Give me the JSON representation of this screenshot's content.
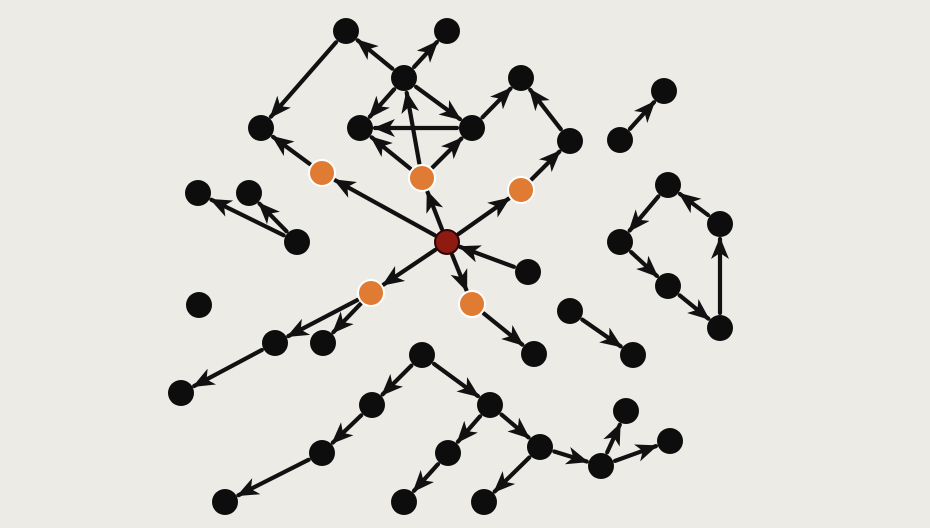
{
  "diagram": {
    "colors": {
      "background": "#ecebe6",
      "edge": "#111111",
      "node_default": "#0d0d0d",
      "node_highlight": "#e07b33",
      "node_source": "#8e1a12"
    },
    "nodes": [
      {
        "id": "a1",
        "kind": "default"
      },
      {
        "id": "a2",
        "kind": "default"
      },
      {
        "id": "a3",
        "kind": "default"
      },
      {
        "id": "a4",
        "kind": "default"
      },
      {
        "id": "a5",
        "kind": "default"
      },
      {
        "id": "a6",
        "kind": "default"
      },
      {
        "id": "a7",
        "kind": "default"
      },
      {
        "id": "a8",
        "kind": "default"
      },
      {
        "id": "p1",
        "kind": "default"
      },
      {
        "id": "p2",
        "kind": "default"
      },
      {
        "id": "l1",
        "kind": "default"
      },
      {
        "id": "l2",
        "kind": "default"
      },
      {
        "id": "l3",
        "kind": "default"
      },
      {
        "id": "s1",
        "kind": "default"
      },
      {
        "id": "c",
        "kind": "source"
      },
      {
        "id": "o1",
        "kind": "highlight"
      },
      {
        "id": "o2",
        "kind": "highlight"
      },
      {
        "id": "o3",
        "kind": "highlight"
      },
      {
        "id": "o4",
        "kind": "highlight"
      },
      {
        "id": "o5",
        "kind": "highlight"
      },
      {
        "id": "r1",
        "kind": "default"
      },
      {
        "id": "f1",
        "kind": "default"
      },
      {
        "id": "f2",
        "kind": "default"
      },
      {
        "id": "f3",
        "kind": "default"
      },
      {
        "id": "f4",
        "kind": "default"
      },
      {
        "id": "f5",
        "kind": "default"
      },
      {
        "id": "w1",
        "kind": "default"
      },
      {
        "id": "w2",
        "kind": "default"
      },
      {
        "id": "w3",
        "kind": "default"
      },
      {
        "id": "q1",
        "kind": "default"
      },
      {
        "id": "q2",
        "kind": "default"
      },
      {
        "id": "b1",
        "kind": "default"
      },
      {
        "id": "b2",
        "kind": "default"
      },
      {
        "id": "b3",
        "kind": "default"
      },
      {
        "id": "b4",
        "kind": "default"
      },
      {
        "id": "b5",
        "kind": "default"
      },
      {
        "id": "b6",
        "kind": "default"
      },
      {
        "id": "b7",
        "kind": "default"
      },
      {
        "id": "b8",
        "kind": "default"
      },
      {
        "id": "b9",
        "kind": "default"
      },
      {
        "id": "b10",
        "kind": "default"
      },
      {
        "id": "b11",
        "kind": "default"
      },
      {
        "id": "b12",
        "kind": "default"
      },
      {
        "id": "b13",
        "kind": "default"
      }
    ],
    "edges": [
      {
        "from": "c",
        "to": "o1"
      },
      {
        "from": "c",
        "to": "o2"
      },
      {
        "from": "c",
        "to": "o3"
      },
      {
        "from": "c",
        "to": "o4"
      },
      {
        "from": "c",
        "to": "o5"
      },
      {
        "from": "r1",
        "to": "c"
      },
      {
        "from": "o1",
        "to": "a1"
      },
      {
        "from": "o2",
        "to": "a7"
      },
      {
        "from": "o2",
        "to": "a8"
      },
      {
        "from": "o2",
        "to": "a4"
      },
      {
        "from": "o3",
        "to": "a6"
      },
      {
        "from": "a6",
        "to": "a5"
      },
      {
        "from": "o4",
        "to": "b1"
      },
      {
        "from": "o4",
        "to": "b2"
      },
      {
        "from": "b1",
        "to": "b3"
      },
      {
        "from": "o5",
        "to": "b4"
      },
      {
        "from": "a2",
        "to": "a1"
      },
      {
        "from": "a4",
        "to": "a2"
      },
      {
        "from": "a4",
        "to": "a3"
      },
      {
        "from": "a4",
        "to": "a7"
      },
      {
        "from": "a4",
        "to": "a8"
      },
      {
        "from": "a8",
        "to": "a7"
      },
      {
        "from": "a8",
        "to": "a5"
      },
      {
        "from": "p1",
        "to": "p2"
      },
      {
        "from": "l3",
        "to": "l1"
      },
      {
        "from": "l3",
        "to": "l2"
      },
      {
        "from": "f1",
        "to": "f2"
      },
      {
        "from": "f2",
        "to": "f3"
      },
      {
        "from": "f3",
        "to": "f4"
      },
      {
        "from": "f4",
        "to": "f5"
      },
      {
        "from": "f5",
        "to": "f1"
      },
      {
        "from": "w1",
        "to": "w2"
      },
      {
        "from": "b5",
        "to": "b6"
      },
      {
        "from": "b5",
        "to": "b8"
      },
      {
        "from": "b6",
        "to": "b7"
      },
      {
        "from": "b7",
        "to": "b9"
      },
      {
        "from": "b8",
        "to": "b10"
      },
      {
        "from": "b8",
        "to": "b11"
      },
      {
        "from": "b10",
        "to": "b12"
      },
      {
        "from": "b11",
        "to": "b13"
      },
      {
        "from": "b11",
        "to": "w3"
      },
      {
        "from": "w3",
        "to": "q1"
      },
      {
        "from": "w3",
        "to": "q2"
      }
    ]
  }
}
